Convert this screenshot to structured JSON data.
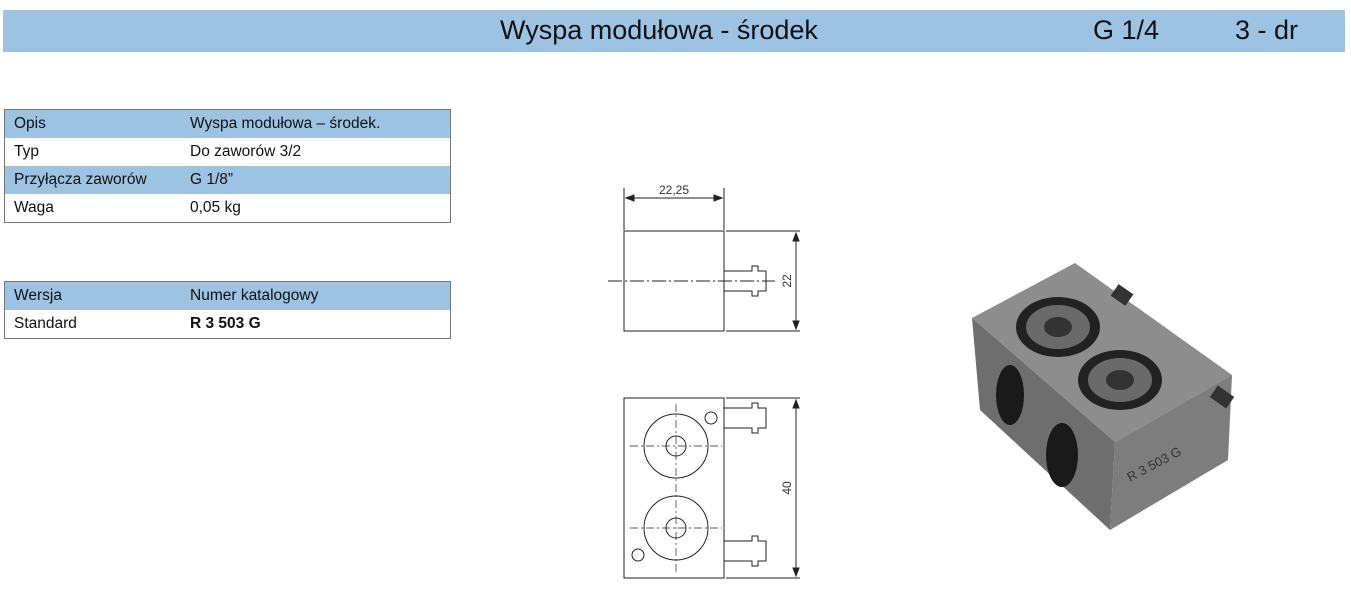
{
  "header": {
    "title": "Wyspa modułowa - środek",
    "thread": "G 1/4",
    "type": "3 - dr"
  },
  "specs": [
    {
      "label": "Opis",
      "value": "Wyspa modułowa – środek."
    },
    {
      "label": "Typ",
      "value": "Do zaworów 3/2"
    },
    {
      "label": "Przyłącza zaworów",
      "value": "G 1/8”"
    },
    {
      "label": "Waga",
      "value": "0,05 kg"
    }
  ],
  "versions": {
    "header": {
      "label": "Wersja",
      "value": "Numer katalogowy"
    },
    "rows": [
      {
        "label": "Standard",
        "value": "R 3 503 G"
      }
    ]
  },
  "drawing": {
    "width_dim": "22,25",
    "height_dim": "22",
    "length_dim": "40"
  },
  "photo": {
    "engraving": "R 3 503 G"
  },
  "colors": {
    "accent": "#9dc3e2"
  }
}
